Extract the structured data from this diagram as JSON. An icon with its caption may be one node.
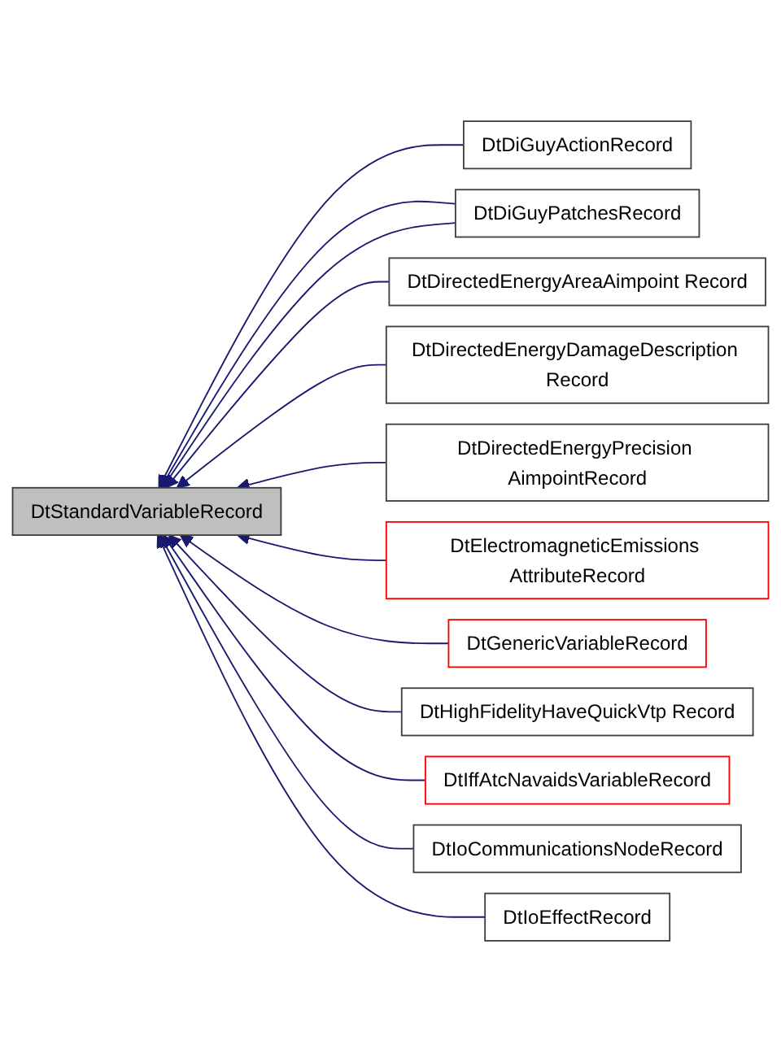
{
  "diagram": {
    "nodes": [
      {
        "text": [
          "DtStandardVariableRecord"
        ]
      },
      {
        "text": [
          "DtDiGuyActionRecord"
        ]
      },
      {
        "text": [
          "DtDiGuyPatchesRecord"
        ]
      },
      {
        "text": [
          "DtDirectedEnergyAreaAimpoint Record"
        ]
      },
      {
        "text": [
          "DtDirectedEnergyDamageDescription Record"
        ]
      },
      {
        "text": [
          "DtDirectedEnergyPrecision AimpointRecord"
        ]
      },
      {
        "text": [
          "DtElectromagneticEmissions AttributeRecord"
        ]
      },
      {
        "text": [
          "DtGenericVariableRecord"
        ]
      },
      {
        "text": [
          "DtHighFidelityHaveQuickVtp Record"
        ]
      },
      {
        "text": [
          "DtIffAtcNavaidsVariableRecord"
        ]
      },
      {
        "text": [
          "DtIoCommunicationsNodeRecord"
        ]
      },
      {
        "text": [
          "DtIoEffectRecord"
        ]
      }
    ],
    "edges": [
      {
        "from": 1,
        "to": 0,
        "arrow": "to"
      },
      {
        "from": 2,
        "to": 0,
        "arrow": "to"
      },
      {
        "from": 2,
        "to": 0,
        "arrow": "to"
      },
      {
        "from": 3,
        "to": 0,
        "arrow": "to"
      },
      {
        "from": 4,
        "to": 0,
        "arrow": "to"
      },
      {
        "from": 5,
        "to": 0,
        "arrow": "to"
      },
      {
        "from": 6,
        "to": 0,
        "arrow": "to"
      },
      {
        "from": 7,
        "to": 0,
        "arrow": "to"
      },
      {
        "from": 8,
        "to": 0,
        "arrow": "to"
      },
      {
        "from": 9,
        "to": 0,
        "arrow": "to"
      },
      {
        "from": 10,
        "to": 0,
        "arrow": "to"
      },
      {
        "from": 11,
        "to": 0,
        "arrow": "to"
      }
    ]
  }
}
